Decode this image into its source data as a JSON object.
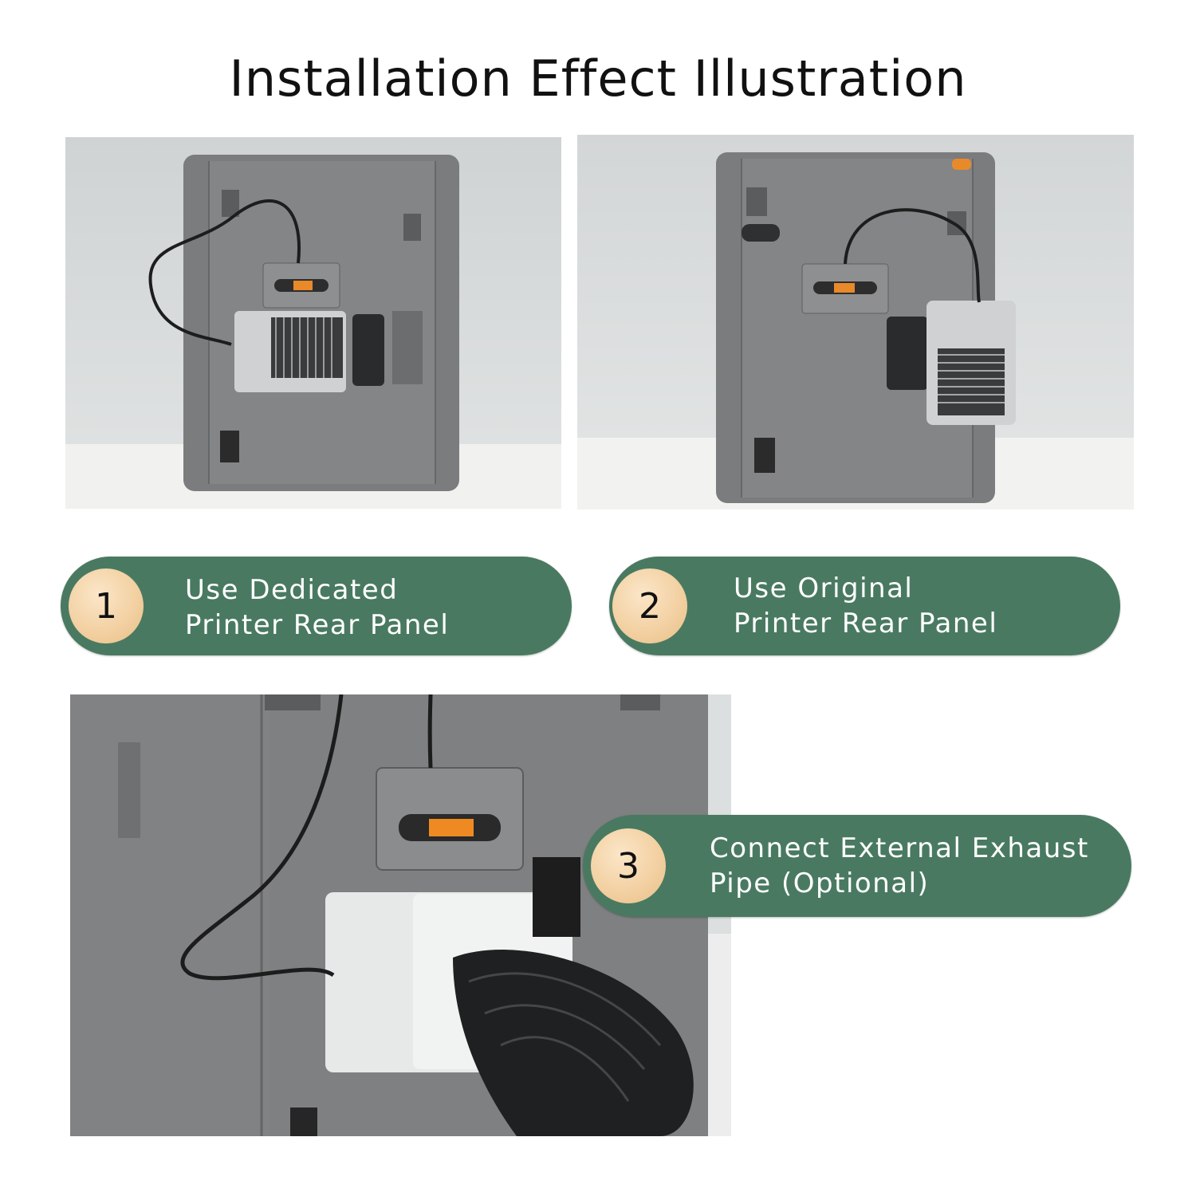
{
  "title": "Installation Effect Illustration",
  "steps": [
    {
      "number": "1",
      "line1": "Use Dedicated",
      "line2": "Printer Rear Panel"
    },
    {
      "number": "2",
      "line1": "Use Original",
      "line2": "Printer Rear Panel"
    },
    {
      "number": "3",
      "line1": "Connect External Exhaust",
      "line2": "Pipe (Optional)"
    }
  ],
  "colors": {
    "pill_green": "#497a61",
    "badge_peach": "#f2cfa0",
    "printer_gray": "#7d7f80"
  }
}
